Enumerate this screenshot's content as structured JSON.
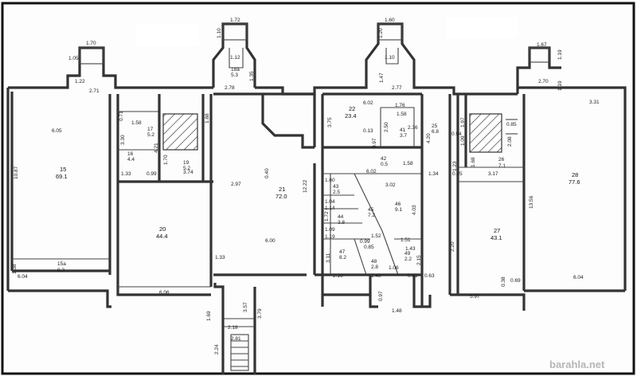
{
  "rooms": {
    "r15": {
      "num": "15",
      "area": "69.1"
    },
    "r15a": {
      "num": "15a",
      "area": "8.3"
    },
    "r16": {
      "num": "16",
      "area": "4.4"
    },
    "r17": {
      "num": "17",
      "area": "5.2"
    },
    "r18a": {
      "num": "18a",
      "area": "5.3"
    },
    "r19": {
      "num": "19",
      "area": "5.2"
    },
    "r20": {
      "num": "20",
      "area": "44.4"
    },
    "r21": {
      "num": "21",
      "area": "72.0"
    },
    "r22": {
      "num": "22",
      "area": "23.4"
    },
    "r41": {
      "num": "41",
      "area": "3.7"
    },
    "r42": {
      "num": "42",
      "area": "0.5"
    },
    "r43": {
      "num": "43",
      "area": "2.5"
    },
    "r44": {
      "num": "44",
      "area": "3.8"
    },
    "r45": {
      "num": "45",
      "area": "7.2"
    },
    "r46": {
      "num": "46",
      "area": "9.1"
    },
    "r47": {
      "num": "47",
      "area": "8.2"
    },
    "r48": {
      "num": "48",
      "area": "2.8"
    },
    "r49": {
      "num": "49",
      "area": "2.2"
    },
    "r25": {
      "num": "25",
      "area": "6.8"
    },
    "r26": {
      "num": "26",
      "area": "7.1"
    },
    "r27": {
      "num": "27",
      "area": "43.1"
    },
    "r28": {
      "num": "28",
      "area": "77.6"
    }
  },
  "dims": {
    "d1": "1.70",
    "d2": "1.05",
    "d3": "1.22",
    "d4": "2.71",
    "d5": "6.05",
    "d6": "10.87",
    "d7": "6.04",
    "d8": "1.38",
    "d9": "1.33",
    "d10": "0.99",
    "d11": "1.70",
    "d12": "3.30",
    "d13": "4.21",
    "d14": "1.58",
    "d15": "0.71",
    "d16": "1.88",
    "d17": "3.74",
    "d18": "6.06",
    "d19": "1.72",
    "d20": "1.10",
    "d21": "1.12",
    "d22": "1.35",
    "d23": "2.78",
    "d24": "2.97",
    "d25": "0.40",
    "d26": "12.22",
    "d27": "6.00",
    "d28": "1.33",
    "d29": "3.57",
    "d30": "3.79",
    "d31": "2.18",
    "d32": "2.24",
    "d33": "2.81",
    "d34": "1.69",
    "d35": "1.60",
    "d36": "1.20",
    "d37": "1.10",
    "d38": "1.47",
    "d39": "2.77",
    "d40": "6.02",
    "d41": "1.76",
    "d42": "1.58",
    "d43": "3.75",
    "d44": "2.36",
    "d45": "2.50",
    "d46": "0.13",
    "d47": "0.97",
    "d48": "1.58",
    "d49": "6.02",
    "d50": "3.02",
    "d51": "4.03",
    "d52": "1.60",
    "d53": "1.04",
    "d54": "1.14",
    "d55": "1.72",
    "d56": "1.09",
    "d57": "1.19",
    "d58": "0.99",
    "d59": "0.85",
    "d60": "1.52",
    "d61": "3.11",
    "d62": "2.16",
    "d63": "1.48",
    "d64": "1.06",
    "d65": "0.61",
    "d66": "1.51",
    "d67": "1.43",
    "d68": "2.15",
    "d69": "1.48",
    "d70": "0.97",
    "d71": "0.63",
    "d72": "1.67",
    "d73": "1.19",
    "d74": "2.70",
    "d75": "1.19",
    "d76": "3.31",
    "d77": "0.85",
    "d78": "2.08",
    "d79": "3.17",
    "d80": "1.34",
    "d81": "0.95",
    "d82": "1.23",
    "d83": "1.68",
    "d84": "13.56",
    "d85": "0.94",
    "d86": "1.97",
    "d87": "1.09",
    "d88": "4.20",
    "d89": "6.04",
    "d90": "5.97",
    "d91": "0.38",
    "d92": "0.69",
    "d93": "2.20"
  },
  "watermark": "barahla.net"
}
